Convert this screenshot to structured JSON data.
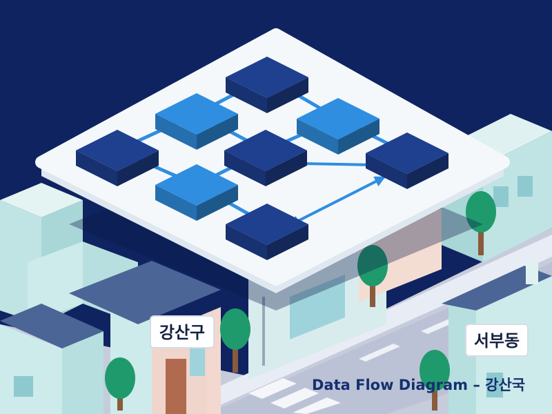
{
  "caption": "Data Flow Diagram – 강산국",
  "signs": {
    "left": "강산구",
    "right": "서부동"
  },
  "colors": {
    "sky": "#0f2360",
    "platform": "#f4f8fb",
    "node_dark": "#1f3f8f",
    "node_light": "#2f8ee0",
    "connector": "#2f8ee0",
    "building": "#cdebea",
    "roof": "#4a6596",
    "tree": "#1f9a6c",
    "road": "#c7ccdc"
  },
  "diagram": {
    "nodes": [
      {
        "id": "top",
        "tone": "dark"
      },
      {
        "id": "upper-left",
        "tone": "light"
      },
      {
        "id": "upper-right",
        "tone": "light"
      },
      {
        "id": "left",
        "tone": "dark"
      },
      {
        "id": "center",
        "tone": "dark"
      },
      {
        "id": "right",
        "tone": "dark"
      },
      {
        "id": "lower-left",
        "tone": "light"
      },
      {
        "id": "bottom",
        "tone": "dark"
      }
    ],
    "links": [
      {
        "from": "top",
        "to": "upper-left"
      },
      {
        "from": "top",
        "to": "upper-right"
      },
      {
        "from": "upper-left",
        "to": "left"
      },
      {
        "from": "upper-left",
        "to": "center"
      },
      {
        "from": "upper-right",
        "to": "center"
      },
      {
        "from": "upper-right",
        "to": "right"
      },
      {
        "from": "left",
        "to": "lower-left"
      },
      {
        "from": "center",
        "to": "lower-left"
      },
      {
        "from": "lower-left",
        "to": "bottom"
      },
      {
        "from": "right",
        "to": "center",
        "arrow": "double"
      },
      {
        "from": "right",
        "to": "bottom",
        "arrow": "double"
      }
    ]
  }
}
